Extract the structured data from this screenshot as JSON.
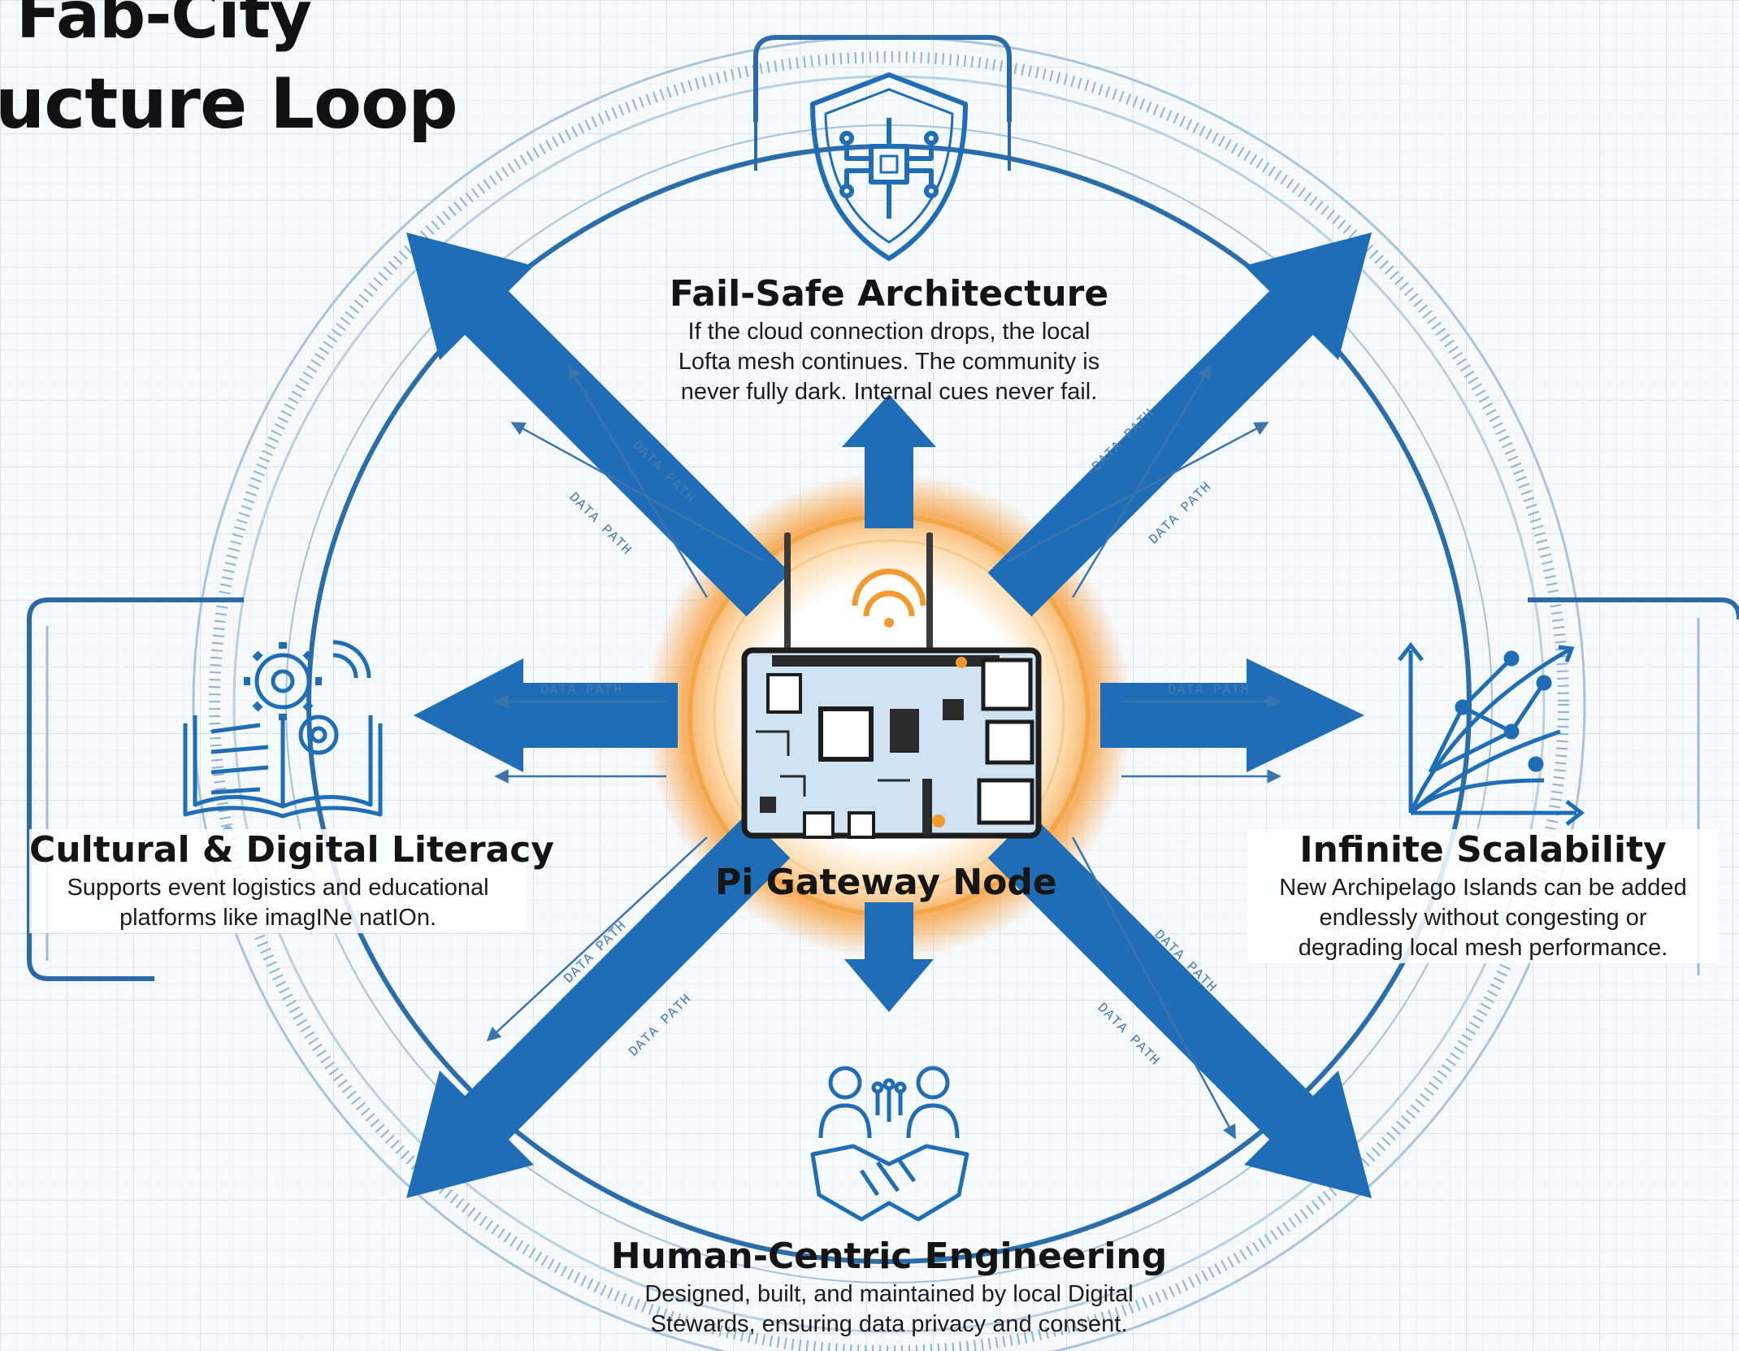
{
  "title": {
    "line1": "Fab-City",
    "line2": "ucture Loop"
  },
  "center": {
    "label": "Pi Gateway Node"
  },
  "nodes": {
    "top": {
      "heading": "Fail-Safe Architecture",
      "lines": [
        "If the cloud connection drops, the local",
        "Lofta mesh continues. The community is",
        "never fully dark. Internal cues never fail."
      ],
      "icon": "shield-chip-icon"
    },
    "left": {
      "heading": "Cultural & Digital Literacy",
      "lines": [
        "Supports event logistics and educational",
        "platforms like imagINe natIOn."
      ],
      "icon": "book-gears-icon"
    },
    "right": {
      "heading": "Infinite Scalability",
      "lines": [
        "New Archipelago Islands can be added",
        "endlessly without congesting or",
        "degrading local mesh performance."
      ],
      "icon": "network-growth-icon"
    },
    "bottom": {
      "heading": "Human-Centric Engineering",
      "lines": [
        "Designed, built, and maintained by local Digital",
        "Stewards, ensuring data privacy and consent."
      ],
      "icon": "handshake-people-icon"
    }
  },
  "path_labels": [
    "DATA PATH",
    "DATA PATH",
    "DATA PATH",
    "DATA PATH",
    "DATA PATH",
    "DATA PATH",
    "DATA PATH",
    "DATA PATH",
    "DATA PATH",
    "DATA PATH"
  ],
  "colors": {
    "accent_blue": "#1e6db6",
    "glow_orange": "#f29a2e",
    "line_blue": "#2f6fae",
    "board_blue": "#cfe3f3"
  }
}
